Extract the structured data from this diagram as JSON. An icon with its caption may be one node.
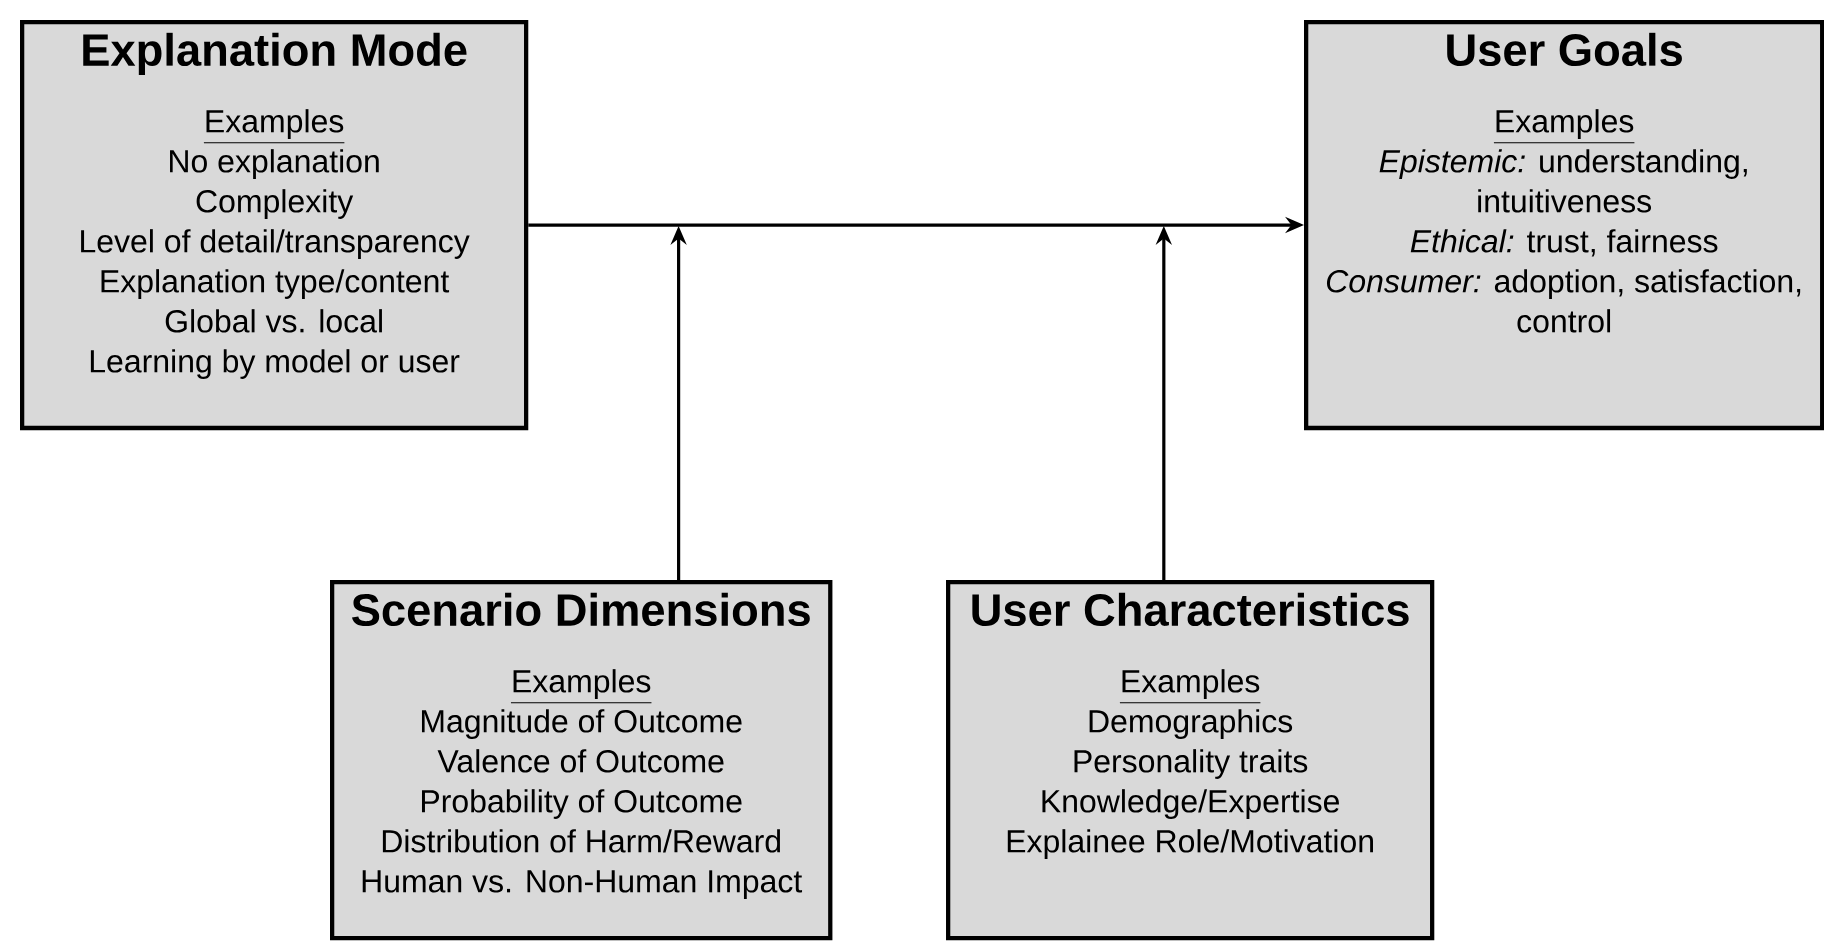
{
  "diagram": {
    "nodes": [
      {
        "text": [
          "Explanation Mode",
          "Examples",
          "No explanation",
          "Complexity",
          "Level of detail/transparency",
          "Explanation type/content",
          "Global vs. local",
          "Learning by model or user"
        ]
      },
      {
        "text": [
          "User Goals",
          "Examples",
          "*Epistemic:* understanding, intuitiveness",
          "*Ethical:* trust, fairness",
          "*Consumer:* adoption, satisfaction, control"
        ]
      },
      {
        "text": [
          "Scenario Dimensions",
          "Examples",
          "Magnitude of Outcome",
          "Valence of Outcome",
          "Probability of Outcome",
          "Distribution of Harm/Reward",
          "Human vs. Non-Human Impact"
        ]
      },
      {
        "text": [
          "User Characteristics",
          "Examples",
          "Demographics",
          "Personality traits",
          "Knowledge/Expertise",
          "Explainee Role/Motivation"
        ]
      }
    ],
    "edges": [
      {
        "from": 0,
        "to": 1,
        "arrow": "to"
      },
      {
        "from": 2,
        "to": null,
        "arrow": "to"
      },
      {
        "from": 3,
        "to": null,
        "arrow": "to"
      }
    ]
  }
}
